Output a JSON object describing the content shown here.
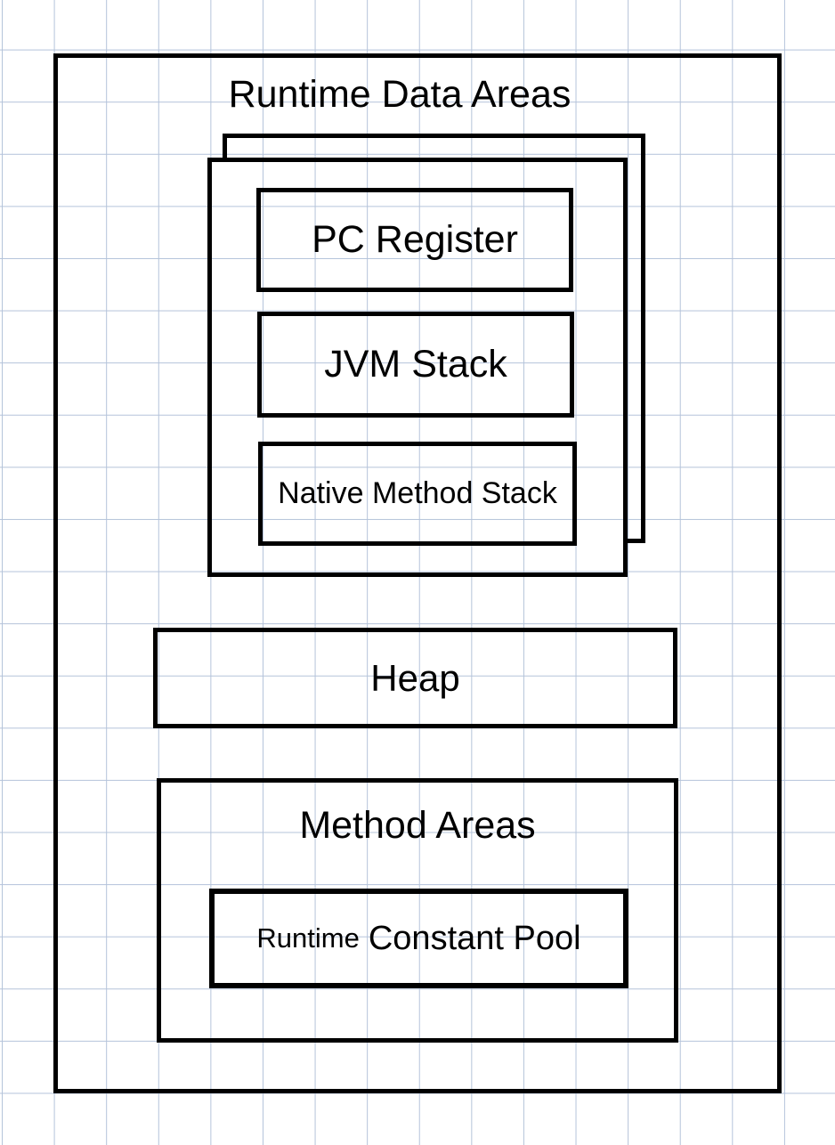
{
  "diagram": {
    "title": "Runtime Data Areas",
    "thread_stack": {
      "pc_register": "PC Register",
      "jvm_stack": "JVM Stack",
      "native_method_stack": "Native Method Stack"
    },
    "heap": "Heap",
    "method_areas": "Method Areas",
    "runtime_constant_pool": {
      "word1": "Runtime",
      "word2": "Constant Pool"
    }
  },
  "colors": {
    "stroke": "#000000",
    "grid_line": "#b4c3da",
    "background": "#ffffff"
  }
}
